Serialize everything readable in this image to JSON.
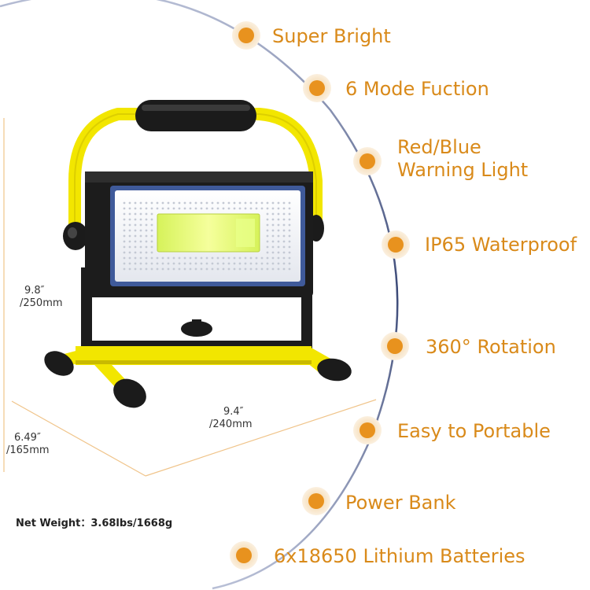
{
  "features": [
    {
      "label": "Super Bright",
      "icon": "orange-dot-icon"
    },
    {
      "label": "6 Mode Fuction",
      "icon": "orange-dot-icon"
    },
    {
      "label_line1": "Red/Blue",
      "label_line2": "Warning Light",
      "icon": "orange-dot-icon"
    },
    {
      "label": "IP65 Waterproof",
      "icon": "orange-dot-icon"
    },
    {
      "label": "360° Rotation",
      "icon": "orange-dot-icon"
    },
    {
      "label": "Easy to Portable",
      "icon": "orange-dot-icon"
    },
    {
      "label": "Power Bank",
      "icon": "orange-dot-icon"
    },
    {
      "label": "6x18650 Lithium Batteries",
      "icon": "orange-dot-icon"
    }
  ],
  "dimensions": {
    "height_in": "9.8″",
    "height_mm": "/250mm",
    "width_in": "9.4″",
    "width_mm": "/240mm",
    "depth_in": "6.49″",
    "depth_mm": "/165mm"
  },
  "net_weight": "Net Weight：3.68lbs/1668g",
  "colors": {
    "accent": "#d98a1a",
    "dot": "#e8921e",
    "dot_halo": "#f6e3c6",
    "arc": "#3c4a78",
    "frame": "#f2e600",
    "body": "#1c1c1c"
  }
}
